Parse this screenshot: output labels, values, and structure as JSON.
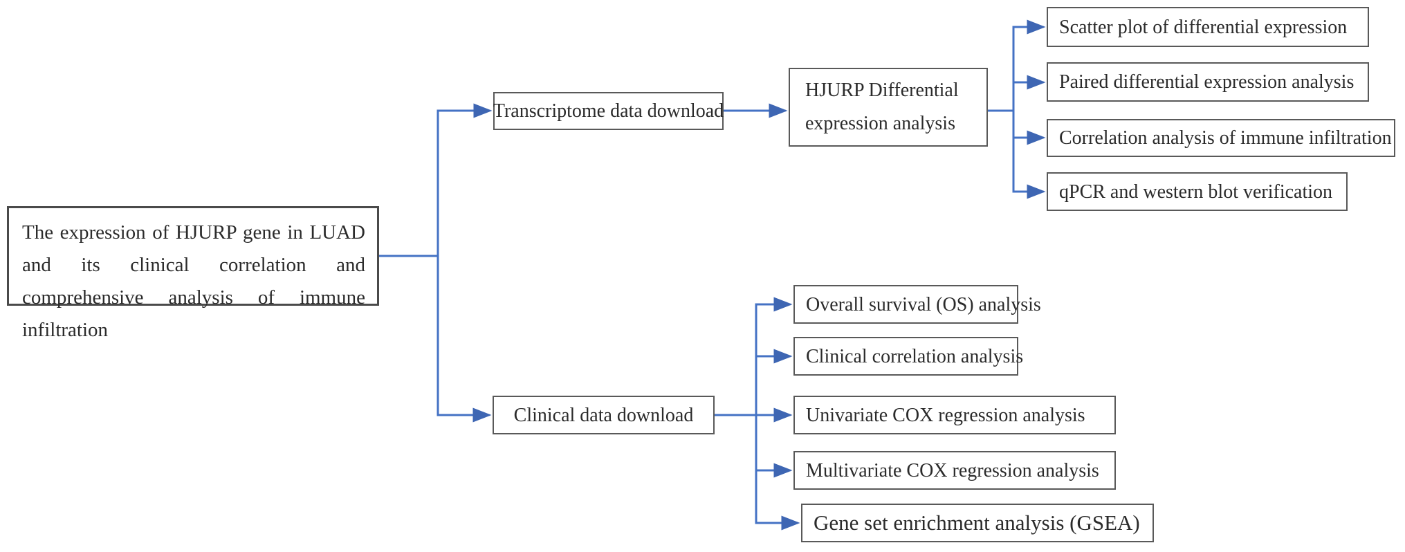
{
  "figure": {
    "type": "flowchart",
    "nodes": {
      "root": "The expression of HJURP gene in LUAD and its clinical correlation and comprehensive analysis of immune infiltration",
      "transcriptome_download": "Transcriptome data download",
      "hjurp_differential": "HJURP Differential expression analysis",
      "scatter_plot": "Scatter plot of differential expression",
      "paired_analysis": "Paired differential expression analysis",
      "immune_correlation": "Correlation analysis of immune infiltration",
      "qpcr_verification": "qPCR and western blot verification",
      "clinical_download": "Clinical data download",
      "overall_survival": "Overall survival (OS) analysis",
      "clinical_correlation": "Clinical correlation analysis",
      "univariate_cox": "Univariate COX regression analysis",
      "multivariate_cox": "Multivariate COX regression analysis",
      "gsea": "Gene set enrichment analysis (GSEA)"
    },
    "edges": [
      {
        "from": "root",
        "to": "transcriptome_download"
      },
      {
        "from": "root",
        "to": "clinical_download"
      },
      {
        "from": "transcriptome_download",
        "to": "hjurp_differential"
      },
      {
        "from": "hjurp_differential",
        "to": "scatter_plot"
      },
      {
        "from": "hjurp_differential",
        "to": "paired_analysis"
      },
      {
        "from": "hjurp_differential",
        "to": "immune_correlation"
      },
      {
        "from": "hjurp_differential",
        "to": "qpcr_verification"
      },
      {
        "from": "clinical_download",
        "to": "overall_survival"
      },
      {
        "from": "clinical_download",
        "to": "clinical_correlation"
      },
      {
        "from": "clinical_download",
        "to": "univariate_cox"
      },
      {
        "from": "clinical_download",
        "to": "multivariate_cox"
      },
      {
        "from": "clinical_download",
        "to": "gsea"
      }
    ],
    "colors": {
      "connector": "#4472C4",
      "arrowhead": "#3E66B3",
      "box_border": "#595959",
      "text": "#2B2B2B",
      "background": "#FFFFFF"
    }
  }
}
